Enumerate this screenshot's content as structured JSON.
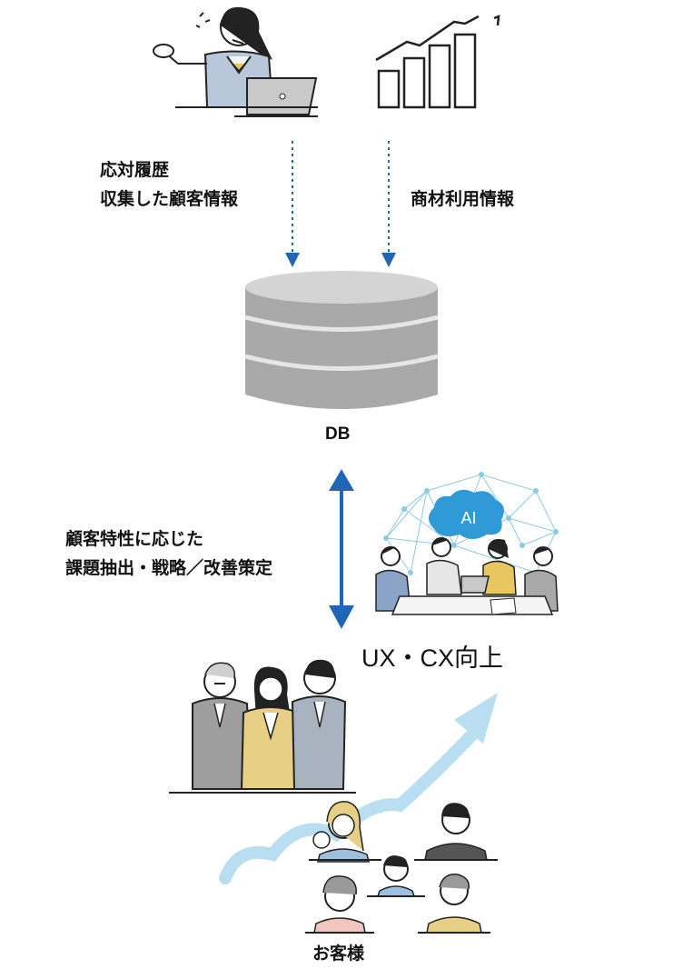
{
  "labels": {
    "support_history": [
      "応対履歴",
      "収集した顧客情報"
    ],
    "product_usage": "商材利用情報",
    "db": "DB",
    "analysis": [
      "顧客特性に応じた",
      "課題抽出・戦略／改善策定"
    ],
    "ai_badge": "AI",
    "result": "UX・CX向上",
    "customers": "お客様"
  },
  "colors": {
    "arrow_blue": "#1f66b5",
    "db_gray": "#a9a9a9",
    "db_light": "#d4d4d4",
    "growth_arrow": "#b9def2",
    "ai_cloud": "#2f9ad6"
  }
}
